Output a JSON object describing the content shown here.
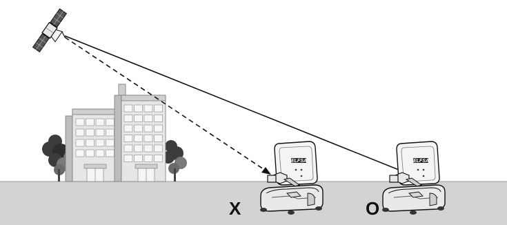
{
  "diagram": {
    "blocked_mark": "X",
    "clear_mark": "O",
    "brand_label": "SELFSAT"
  },
  "colors": {
    "ground": "#d3d3d3",
    "building_light": "#e6e6e6",
    "building_shade": "#c6c6c6",
    "tree_dark": "#3c3c3c",
    "tree_mid": "#7a7a7a",
    "antenna_body": "#f4f4f4",
    "antenna_base": "#e9e9e9",
    "line": "#111111"
  }
}
